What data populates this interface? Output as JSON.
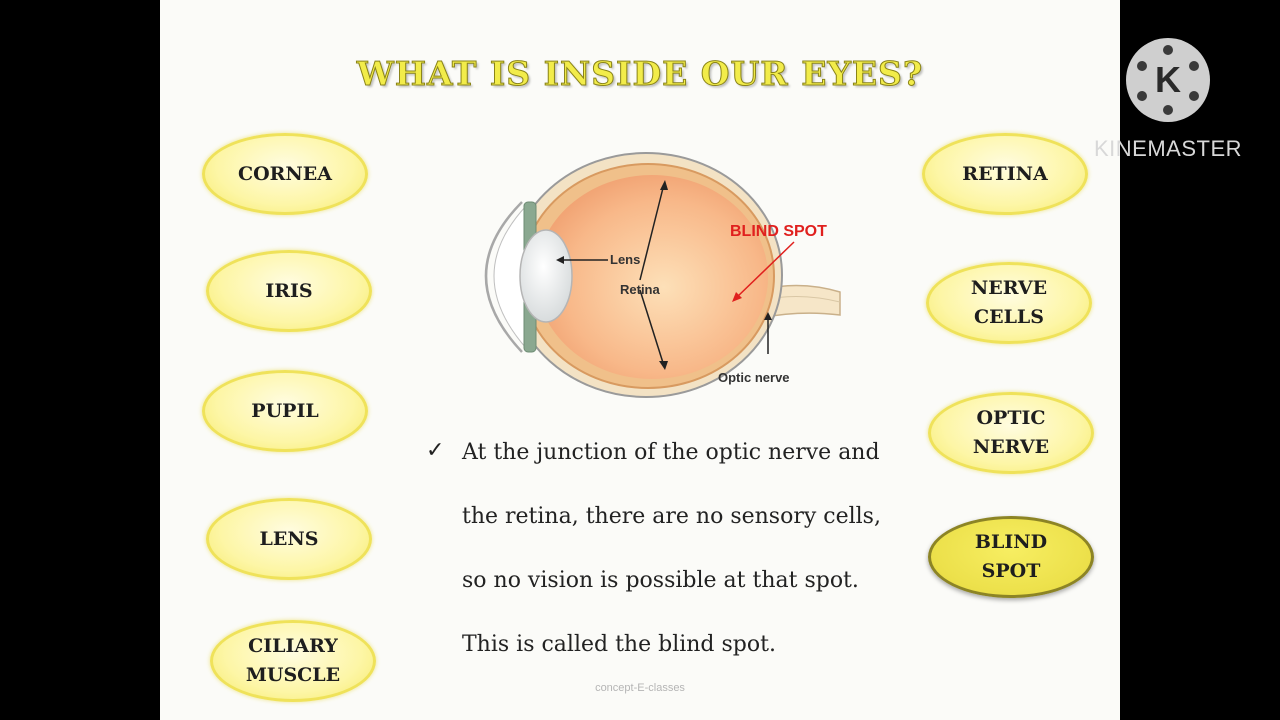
{
  "slide": {
    "title": "WHAT IS INSIDE OUR EYES?",
    "left_labels": [
      "CORNEA",
      "IRIS",
      "PUPIL",
      "LENS",
      "CILIARY\nMUSCLE"
    ],
    "right_labels": [
      "RETINA",
      "NERVE\nCELLS",
      "OPTIC\nNERVE",
      "BLIND\nSPOT"
    ],
    "active_label": "BLIND\nSPOT",
    "diagram": {
      "lens_label": "Lens",
      "retina_label": "Retina",
      "blind_spot_label": "BLIND SPOT",
      "optic_nerve_label": "Optic nerve"
    },
    "explanation_lines": [
      "At the junction of the optic nerve and",
      "the retina, there are no sensory cells,",
      "so no vision is possible at that spot.",
      "This is called the blind spot."
    ],
    "bullet_icon": "checkmark-icon",
    "footer": "concept-E-classes"
  },
  "watermark": {
    "text": "KINEMASTER",
    "icon": "kinemaster-logo-icon"
  },
  "colors": {
    "pill_fill": "#fdf6a6",
    "active_pill_fill": "#ece04a",
    "blind_spot_red": "#e0201e",
    "title_yellow": "#f2ec4a"
  }
}
